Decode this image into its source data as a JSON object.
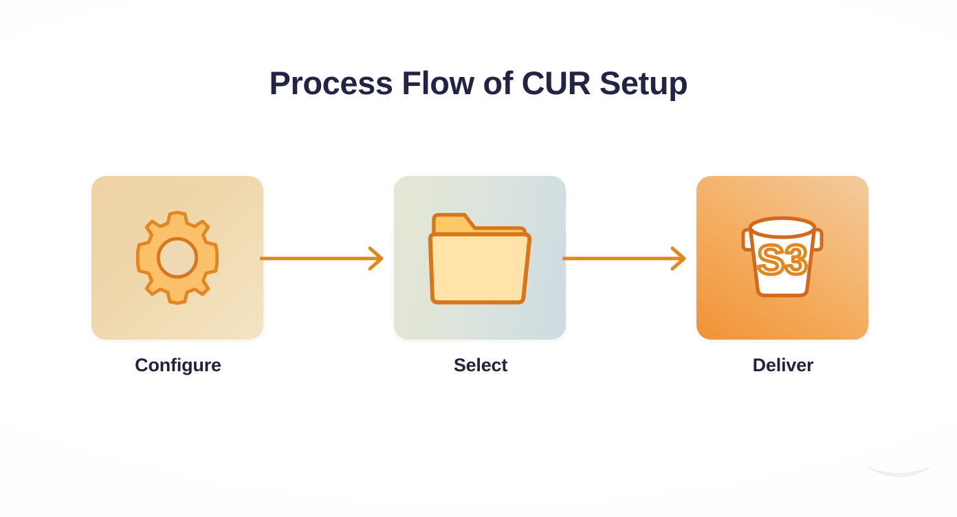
{
  "page": {
    "title": "Process Flow of CUR Setup",
    "background_color": "#ffffff",
    "title_color": "#232347",
    "label_color": "#22223f",
    "accent_color": "#e2861f"
  },
  "diagram": {
    "type": "process-flow",
    "orientation": "horizontal",
    "step_count": 3,
    "steps": [
      {
        "label": "Configure",
        "icon": "gear-icon",
        "card_gradient_from": "#eed3a4",
        "card_gradient_to": "#f4e4c4",
        "icon_fill": "#fbc16a",
        "icon_stroke": "#e2861f"
      },
      {
        "label": "Select",
        "icon": "folder-icon",
        "card_gradient_from": "#e4e7d2",
        "card_gradient_to": "#cddbe2",
        "icon_fill": "#ffe3a8",
        "icon_stroke": "#d9761a"
      },
      {
        "label": "Deliver",
        "icon": "s3-bucket-icon",
        "icon_text": "S3",
        "card_gradient_from": "#f19236",
        "card_gradient_to": "#f3cb9e",
        "icon_fill": "#ffffff",
        "icon_stroke": "#d2691b"
      }
    ],
    "connectors": [
      {
        "name": "arrow-configure-to-select",
        "from": "Configure",
        "to": "Select",
        "style": "chevron-arrow",
        "color": "#e2861f"
      },
      {
        "name": "arrow-select-to-deliver",
        "from": "Select",
        "to": "Deliver",
        "style": "chevron-arrow",
        "color": "#e2861f"
      }
    ],
    "watermark": "aws-smile-swoosh"
  }
}
